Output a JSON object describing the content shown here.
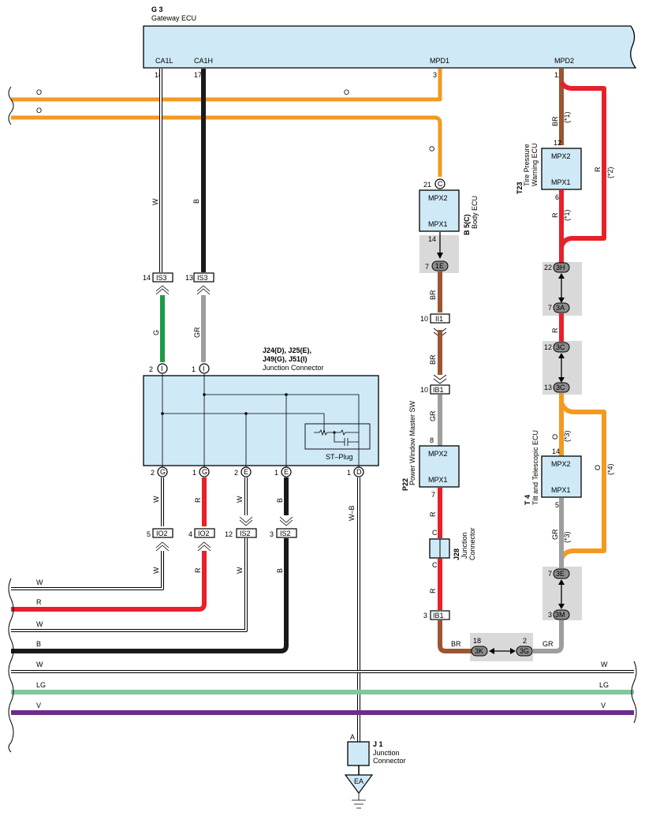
{
  "diagram_data": {
    "gateway": {
      "code": "G 3",
      "name": "Gateway ECU",
      "terms": {
        "ca1l": "CA1L",
        "ca1h": "CA1H",
        "mpd1": "MPD1",
        "mpd2": "MPD2"
      },
      "pins": {
        "ca1l": "18",
        "ca1h": "17",
        "mpd1": "3",
        "mpd2": "12"
      }
    },
    "colors": {
      "O": "#f39a21",
      "W": "#ffffff",
      "B": "#1a1a1a",
      "G": "#1a9b48",
      "GR": "#9e9e9e",
      "R": "#e8202a",
      "BR": "#9b5530",
      "LG": "#80c99a",
      "V": "#6a2d8b",
      "W-B": "#ffffff"
    },
    "wire_labels": {
      "o": "O",
      "w": "W",
      "b": "B",
      "g": "G",
      "gr": "GR",
      "r": "R",
      "br": "BR",
      "lg": "LG",
      "v": "V",
      "wb": "W–B"
    },
    "notes": {
      "n1": "(*1)",
      "n2": "(*2)",
      "n3": "(*3)",
      "n4": "(*4)"
    },
    "tire": {
      "code": "T23",
      "name1": "Tire Pressure",
      "name2": "Warning ECU",
      "mpx2": "MPX2",
      "mpx1": "MPX1",
      "pin_top": "12",
      "pin_bot": "6"
    },
    "body": {
      "code": "B 5(C)",
      "name": "Body ECU",
      "mpx2": "MPX2",
      "mpx1": "MPX1",
      "pin_top": "21",
      "pin_top_label": "C",
      "pin_bot": "14"
    },
    "pw": {
      "code": "P22",
      "name": "Power Window Master SW",
      "mpx2": "MPX2",
      "mpx1": "MPX1",
      "pin_top": "8",
      "pin_bot": "7"
    },
    "tilt": {
      "code": "T 4",
      "name": "Tilt and Telescopic ECU",
      "mpx2": "MPX2",
      "mpx1": "MPX1",
      "pin_top": "14",
      "pin_bot": "5"
    },
    "j28": {
      "code": "J28",
      "name1": "Junction",
      "name2": "Connector",
      "pin": "C"
    },
    "j1": {
      "code": "J 1",
      "name1": "Junction",
      "name2": "Connector",
      "pin": "A",
      "ground": "EA"
    },
    "jc": {
      "codes1": "J24(D), J25(E),",
      "codes2": "J49(G), J51(I)",
      "name": "Junction Connector",
      "stplug": "ST–Plug"
    },
    "jc_pins": {
      "t1": {
        "num": "2",
        "letter": "I"
      },
      "t2": {
        "num": "1",
        "letter": "I"
      },
      "b1": {
        "num": "2",
        "letter": "G"
      },
      "b2": {
        "num": "1",
        "letter": "G"
      },
      "b3": {
        "num": "2",
        "letter": "E"
      },
      "b4": {
        "num": "1",
        "letter": "E"
      },
      "b5": {
        "num": "1",
        "letter": "D"
      }
    },
    "connectors": {
      "is3a": {
        "num": "14",
        "label": "IS3"
      },
      "is3b": {
        "num": "13",
        "label": "IS3"
      },
      "io2a": {
        "num": "5",
        "label": "IO2"
      },
      "io2b": {
        "num": "4",
        "label": "IO2"
      },
      "is2a": {
        "num": "12",
        "label": "IS2"
      },
      "is2b": {
        "num": "3",
        "label": "IS2"
      },
      "ii1": {
        "num": "10",
        "label": "II1"
      },
      "ib1a": {
        "num": "10",
        "label": "IB1"
      },
      "ib1b": {
        "num": "3",
        "label": "IB1"
      },
      "c1e": {
        "num": "7",
        "label": "1E"
      },
      "c3h": {
        "num": "22",
        "label": "3H"
      },
      "c3a": {
        "num": "7",
        "label": "3A"
      },
      "c3c1": {
        "num": "12",
        "label": "3C"
      },
      "c3c2": {
        "num": "13",
        "label": "3C"
      },
      "c3e": {
        "num": "7",
        "label": "3E"
      },
      "c3m": {
        "num": "3",
        "label": "3M"
      },
      "c3k": {
        "num": "18",
        "label": "3K"
      },
      "c3g": {
        "num": "2",
        "label": "3G"
      }
    }
  }
}
